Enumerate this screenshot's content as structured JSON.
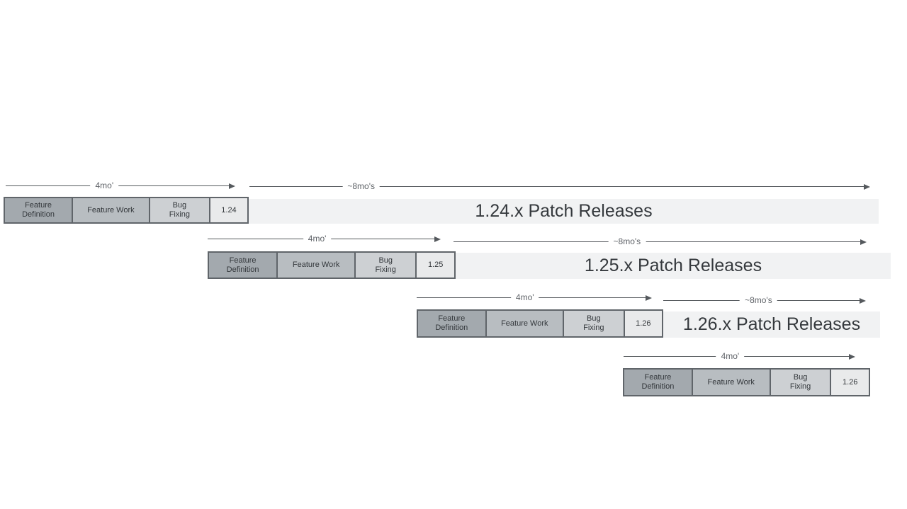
{
  "diagram": {
    "description_colors": {
      "background": "#ffffff",
      "feature_definition_fill": "#a3a9ae",
      "feature_work_fill": "#b8bdc1",
      "bug_fixing_fill": "#cdd0d3",
      "version_box_fill": "#e9eaeb",
      "patch_bar_fill": "#f1f2f3",
      "block_border": "#60656a",
      "arrow": "#55595d",
      "block_text": "#33373b",
      "patch_text": "#35393d",
      "duration_label_text": "#5f6368"
    },
    "phase_labels": {
      "feature_definition": "Feature Definition",
      "feature_work": "Feature Work",
      "bug_fixing": "Bug Fixing"
    },
    "cycles": [
      {
        "version": "1.24",
        "dev_duration": "4mo'",
        "patch_duration": "~8mo's",
        "patch_label": "1.24.x Patch Releases"
      },
      {
        "version": "1.25",
        "dev_duration": "4mo'",
        "patch_duration": "~8mo's",
        "patch_label": "1.25.x Patch Releases"
      },
      {
        "version": "1.26",
        "dev_duration": "4mo'",
        "patch_duration": "~8mo's",
        "patch_label": "1.26.x Patch Releases"
      },
      {
        "version": "1.26",
        "dev_duration": "4mo'"
      }
    ]
  }
}
